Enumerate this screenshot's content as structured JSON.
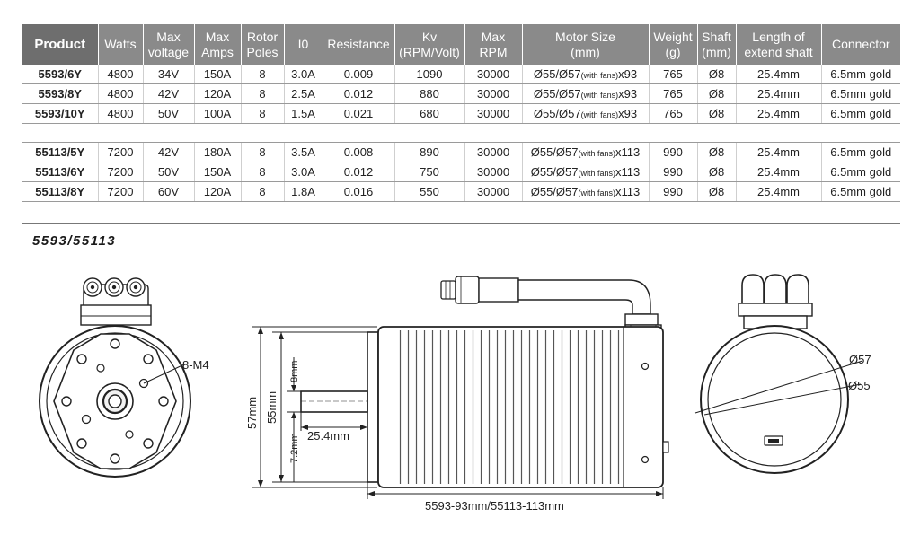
{
  "table": {
    "headers": [
      {
        "l1": "Product",
        "l2": ""
      },
      {
        "l1": "Watts",
        "l2": ""
      },
      {
        "l1": "Max",
        "l2": "voltage"
      },
      {
        "l1": "Max",
        "l2": "Amps"
      },
      {
        "l1": "Rotor",
        "l2": "Poles"
      },
      {
        "l1": "I0",
        "l2": ""
      },
      {
        "l1": "Resistance",
        "l2": ""
      },
      {
        "l1": "Kv",
        "l2": "(RPM/Volt)"
      },
      {
        "l1": "Max RPM",
        "l2": ""
      },
      {
        "l1": "Motor Size",
        "l2": "(mm)"
      },
      {
        "l1": "Weight",
        "l2": "(g)"
      },
      {
        "l1": "Shaft",
        "l2": "(mm)"
      },
      {
        "l1": "Length of",
        "l2": "extend shaft"
      },
      {
        "l1": "Connector",
        "l2": ""
      }
    ],
    "group1": [
      {
        "product": "5593/6Y",
        "watts": "4800",
        "voltage": "34V",
        "amps": "150A",
        "poles": "8",
        "i0": "3.0A",
        "resistance": "0.009",
        "kv": "1090",
        "rpm": "30000",
        "size_a": "Ø55/Ø57",
        "size_b": "(with fans)",
        "size_c": "x93",
        "weight": "765",
        "shaft": "Ø8",
        "length": "25.4mm",
        "connector": "6.5mm gold"
      },
      {
        "product": "5593/8Y",
        "watts": "4800",
        "voltage": "42V",
        "amps": "120A",
        "poles": "8",
        "i0": "2.5A",
        "resistance": "0.012",
        "kv": "880",
        "rpm": "30000",
        "size_a": "Ø55/Ø57",
        "size_b": "(with fans)",
        "size_c": "x93",
        "weight": "765",
        "shaft": "Ø8",
        "length": "25.4mm",
        "connector": "6.5mm gold"
      },
      {
        "product": "5593/10Y",
        "watts": "4800",
        "voltage": "50V",
        "amps": "100A",
        "poles": "8",
        "i0": "1.5A",
        "resistance": "0.021",
        "kv": "680",
        "rpm": "30000",
        "size_a": "Ø55/Ø57",
        "size_b": "(with fans)",
        "size_c": "x93",
        "weight": "765",
        "shaft": "Ø8",
        "length": "25.4mm",
        "connector": "6.5mm gold"
      }
    ],
    "group2": [
      {
        "product": "55113/5Y",
        "watts": "7200",
        "voltage": "42V",
        "amps": "180A",
        "poles": "8",
        "i0": "3.5A",
        "resistance": "0.008",
        "kv": "890",
        "rpm": "30000",
        "size_a": "Ø55/Ø57",
        "size_b": "(with fans)",
        "size_c": "x113",
        "weight": "990",
        "shaft": "Ø8",
        "length": "25.4mm",
        "connector": "6.5mm gold"
      },
      {
        "product": "55113/6Y",
        "watts": "7200",
        "voltage": "50V",
        "amps": "150A",
        "poles": "8",
        "i0": "3.0A",
        "resistance": "0.012",
        "kv": "750",
        "rpm": "30000",
        "size_a": "Ø55/Ø57",
        "size_b": "(with fans)",
        "size_c": "x113",
        "weight": "990",
        "shaft": "Ø8",
        "length": "25.4mm",
        "connector": "6.5mm gold"
      },
      {
        "product": "55113/8Y",
        "watts": "7200",
        "voltage": "60V",
        "amps": "120A",
        "poles": "8",
        "i0": "1.8A",
        "resistance": "0.016",
        "kv": "550",
        "rpm": "30000",
        "size_a": "Ø55/Ø57",
        "size_b": "(with fans)",
        "size_c": "x113",
        "weight": "990",
        "shaft": "Ø8",
        "length": "25.4mm",
        "connector": "6.5mm gold"
      }
    ]
  },
  "drawing": {
    "model_title": "5593/55113",
    "front_view": {
      "mount_label": "8-M4"
    },
    "side_view": {
      "dim_height_outer": "57mm",
      "dim_height_inner": "55mm",
      "dim_shaft_dia": "8mm",
      "dim_shaft_offset": "7.2mm",
      "dim_shaft_length": "25.4mm",
      "dim_body_length": "5593-93mm/55113-113mm"
    },
    "rear_view": {
      "dim_outer": "Ø57",
      "dim_inner": "Ø55"
    }
  }
}
